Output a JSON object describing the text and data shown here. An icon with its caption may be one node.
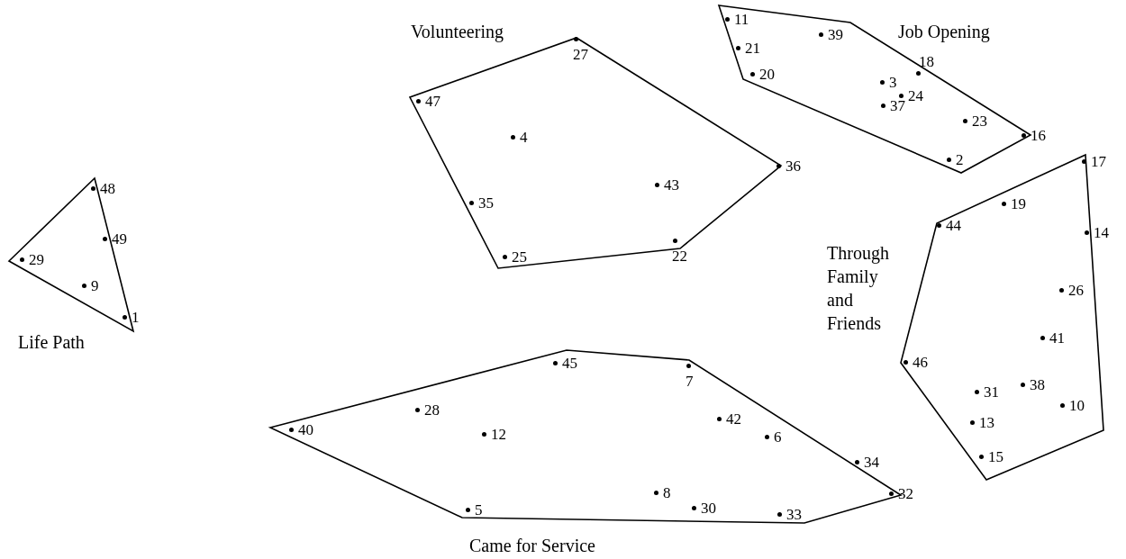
{
  "diagram": {
    "nodes": [
      {
        "text": [
          "Volunteering"
        ]
      },
      {
        "text": [
          "27"
        ],
        "in": 0
      },
      {
        "text": [
          "47"
        ],
        "in": 0
      },
      {
        "text": [
          "4"
        ],
        "in": 0
      },
      {
        "text": [
          "35"
        ],
        "in": 0
      },
      {
        "text": [
          "43"
        ],
        "in": 0
      },
      {
        "text": [
          "36"
        ],
        "in": 0
      },
      {
        "text": [
          "25"
        ],
        "in": 0
      },
      {
        "text": [
          "22"
        ],
        "in": 0
      },
      {
        "text": [
          "Job Opening"
        ]
      },
      {
        "text": [
          "11"
        ],
        "in": 9
      },
      {
        "text": [
          "21"
        ],
        "in": 9
      },
      {
        "text": [
          "39"
        ],
        "in": 9
      },
      {
        "text": [
          "20"
        ],
        "in": 9
      },
      {
        "text": [
          "18"
        ],
        "in": 9
      },
      {
        "text": [
          "3"
        ],
        "in": 9
      },
      {
        "text": [
          "24"
        ],
        "in": 9
      },
      {
        "text": [
          "37"
        ],
        "in": 9
      },
      {
        "text": [
          "23"
        ],
        "in": 9
      },
      {
        "text": [
          "16"
        ],
        "in": 9
      },
      {
        "text": [
          "2"
        ],
        "in": 9
      },
      {
        "text": [
          "Life Path"
        ]
      },
      {
        "text": [
          "48"
        ],
        "in": 21
      },
      {
        "text": [
          "49"
        ],
        "in": 21
      },
      {
        "text": [
          "29"
        ],
        "in": 21
      },
      {
        "text": [
          "9"
        ],
        "in": 21
      },
      {
        "text": [
          "1"
        ],
        "in": 21
      },
      {
        "text": [
          "Through Family and Friends"
        ]
      },
      {
        "text": [
          "17"
        ],
        "in": 27
      },
      {
        "text": [
          "19"
        ],
        "in": 27
      },
      {
        "text": [
          "44"
        ],
        "in": 27
      },
      {
        "text": [
          "14"
        ],
        "in": 27
      },
      {
        "text": [
          "26"
        ],
        "in": 27
      },
      {
        "text": [
          "41"
        ],
        "in": 27
      },
      {
        "text": [
          "46"
        ],
        "in": 27
      },
      {
        "text": [
          "31"
        ],
        "in": 27
      },
      {
        "text": [
          "38"
        ],
        "in": 27
      },
      {
        "text": [
          "10"
        ],
        "in": 27
      },
      {
        "text": [
          "13"
        ],
        "in": 27
      },
      {
        "text": [
          "15"
        ],
        "in": 27
      },
      {
        "text": [
          "Came for Service"
        ]
      },
      {
        "text": [
          "45"
        ],
        "in": 40
      },
      {
        "text": [
          "7"
        ],
        "in": 40
      },
      {
        "text": [
          "28"
        ],
        "in": 40
      },
      {
        "text": [
          "42"
        ],
        "in": 40
      },
      {
        "text": [
          "40"
        ],
        "in": 40
      },
      {
        "text": [
          "12"
        ],
        "in": 40
      },
      {
        "text": [
          "6"
        ],
        "in": 40
      },
      {
        "text": [
          "34"
        ],
        "in": 40
      },
      {
        "text": [
          "32"
        ],
        "in": 40
      },
      {
        "text": [
          "8"
        ],
        "in": 40
      },
      {
        "text": [
          "30"
        ],
        "in": 40
      },
      {
        "text": [
          "5"
        ],
        "in": 40
      },
      {
        "text": [
          "33"
        ],
        "in": 40
      }
    ]
  }
}
